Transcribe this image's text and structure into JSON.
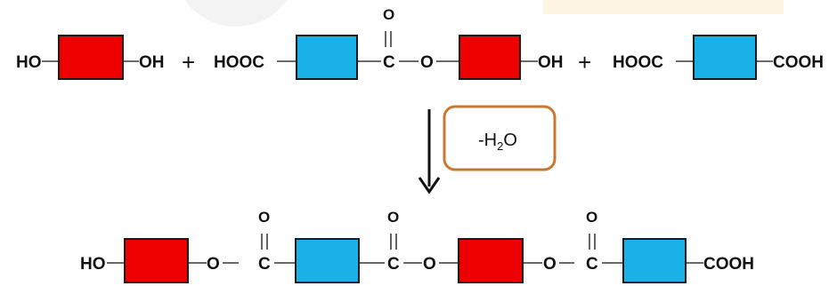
{
  "colors": {
    "red": "#ee0000",
    "blue": "#1ab0e8",
    "outline": "#1a1a1a",
    "watermark": "#f3f3f3",
    "watermark_accent": "#fdf4e2",
    "condition_box": "#c87832"
  },
  "reaction": {
    "reactants": [
      {
        "left": "HO",
        "right": "OH"
      },
      {
        "left": "HOOC",
        "carbon": "C",
        "carbonyl": "O",
        "ester_o": "O",
        "right": "OH"
      },
      {
        "left": "HOOC",
        "right": "COOH"
      }
    ],
    "plus": "+",
    "condition": {
      "prefix": "-H",
      "sub": "2",
      "suffix": "O"
    },
    "product": {
      "left": "HO",
      "right": "COOH",
      "linkers": [
        {
          "o1": "O",
          "carbon": "C",
          "carbonyl": "O"
        },
        {
          "carbon": "C",
          "o2": "O",
          "carbonyl": "O"
        },
        {
          "o1": "O",
          "carbon": "C",
          "carbonyl": "O"
        }
      ]
    }
  }
}
